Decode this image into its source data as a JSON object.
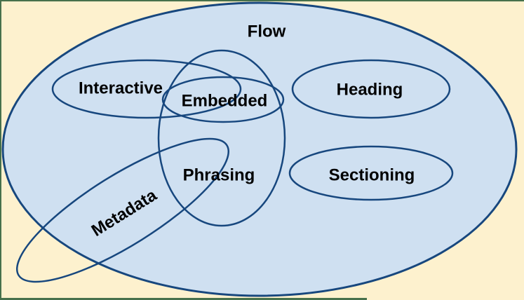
{
  "diagram": {
    "labels": {
      "flow": "Flow",
      "interactive": "Interactive",
      "embedded": "Embedded",
      "heading": "Heading",
      "phrasing": "Phrasing",
      "sectioning": "Sectioning",
      "metadata": "Metadata"
    }
  },
  "colors": {
    "frame_green": "#47714C",
    "background_cream": "#FDF1CE",
    "flow_fill": "#CFE0F1",
    "outline_stroke": "#17477E",
    "label_text": "#000000"
  }
}
